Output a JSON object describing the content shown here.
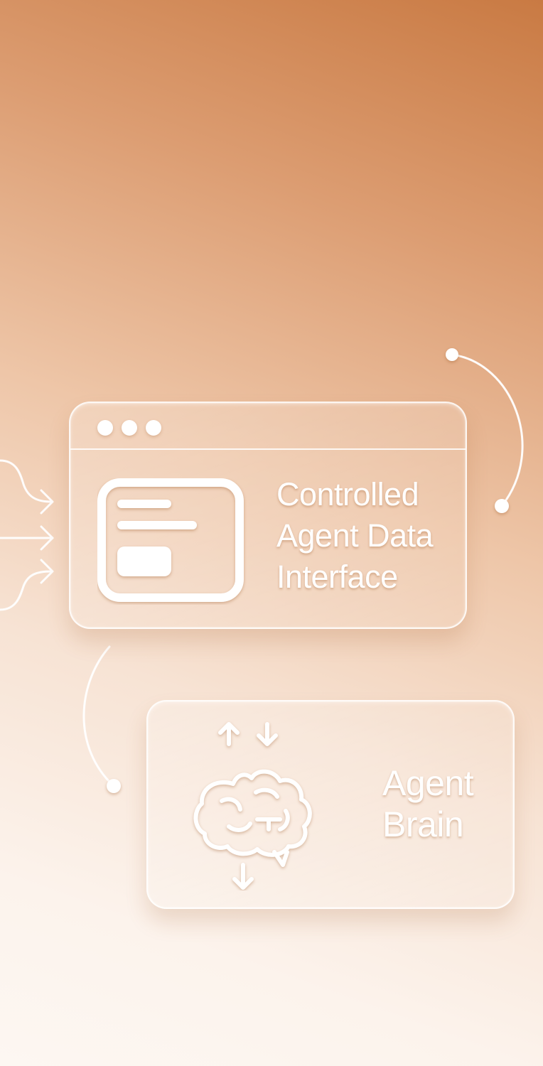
{
  "nodes": [
    {
      "id": "interface",
      "lines": [
        "Controlled",
        "Agent Data",
        "Interface"
      ],
      "icon": "document-window-icon"
    },
    {
      "id": "brain",
      "lines": [
        "Agent",
        "Brain"
      ],
      "icon": "brain-icon"
    }
  ],
  "colors": {
    "line": "#ffffff",
    "gradient_top": "#c97a43",
    "gradient_bottom": "#fdf7f2"
  }
}
